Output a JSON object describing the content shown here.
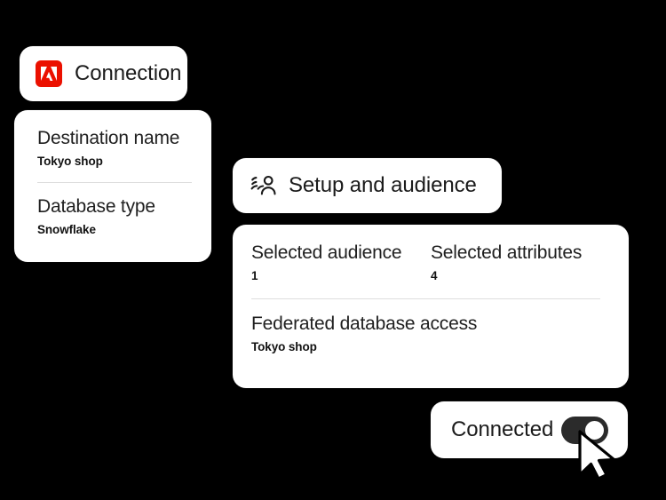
{
  "background_color": "#000000",
  "card_color": "#ffffff",
  "accent_color": "#eb1000",
  "toggle_on_color": "#2b2b2b",
  "divider_color": "#dedede",
  "connection": {
    "logo_icon": "adobe-logo-icon",
    "label": "Connection"
  },
  "destination": {
    "fields": [
      {
        "heading": "Destination name",
        "value": "Tokyo shop"
      },
      {
        "heading": "Database type",
        "value": "Snowflake"
      }
    ]
  },
  "setup": {
    "icon": "audience-group-icon",
    "label": "Setup and audience",
    "stats": [
      {
        "heading": "Selected audience",
        "value": "1"
      },
      {
        "heading": "Selected attributes",
        "value": "4"
      }
    ],
    "federated": {
      "heading": "Federated database access",
      "value": "Tokyo shop"
    }
  },
  "connection_status": {
    "label": "Connected",
    "toggle_state": "on",
    "toggle_icon": "toggle-switch-on-icon"
  },
  "cursor": {
    "icon": "mouse-pointer-arrow-icon"
  }
}
